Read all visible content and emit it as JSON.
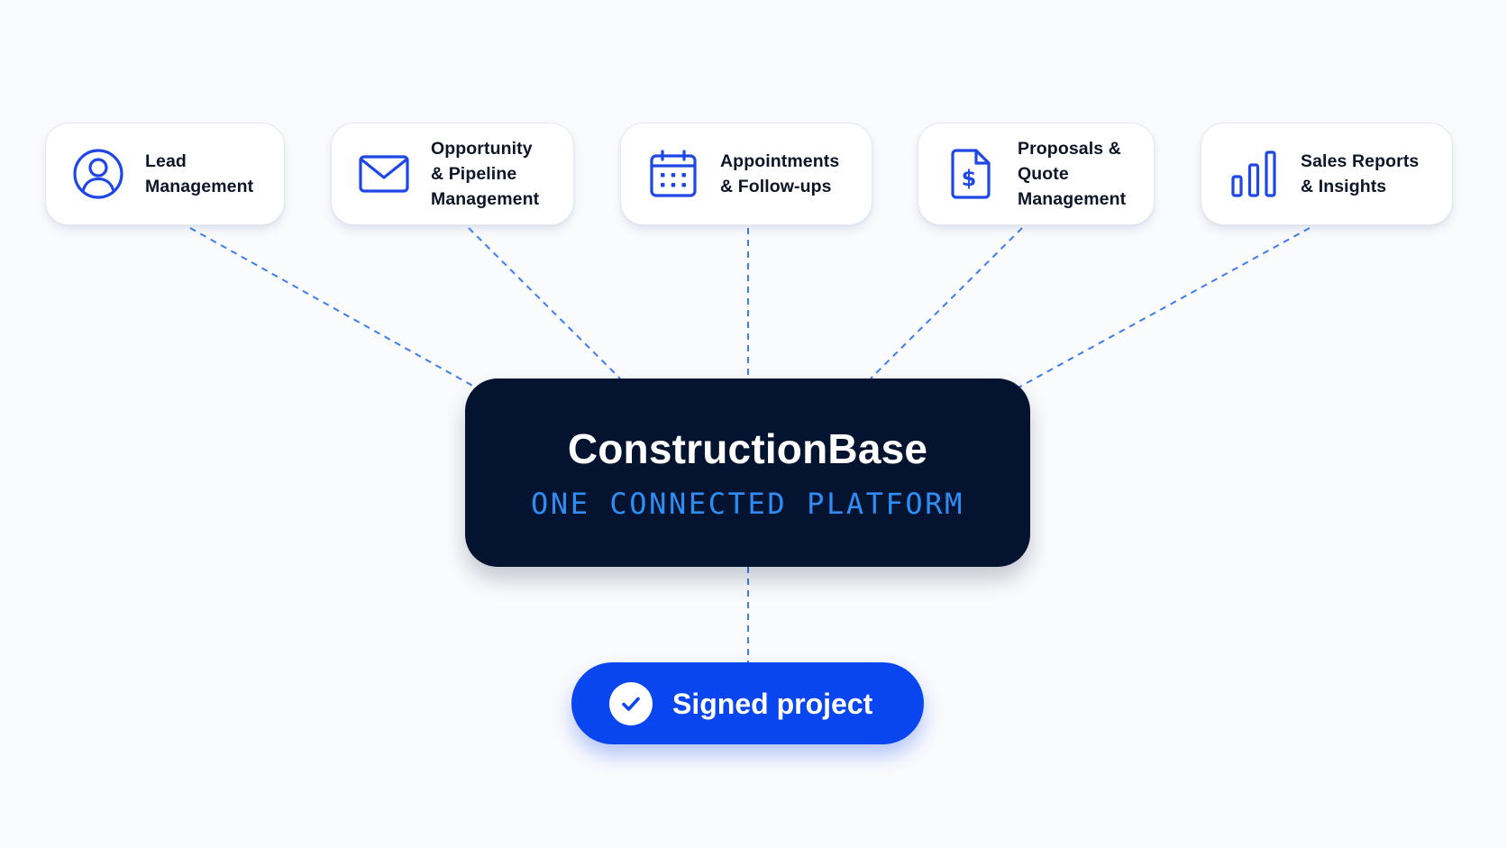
{
  "modules": [
    {
      "icon": "user-icon",
      "lines": [
        "Lead",
        "Management"
      ]
    },
    {
      "icon": "envelope-icon",
      "lines": [
        "Opportunity",
        "& Pipeline",
        "Management"
      ]
    },
    {
      "icon": "calendar-icon",
      "lines": [
        "Appointments",
        "& Follow-ups"
      ]
    },
    {
      "icon": "dollar-document-icon",
      "lines": [
        "Proposals &",
        "Quote",
        "Management"
      ]
    },
    {
      "icon": "bar-chart-icon",
      "lines": [
        "Sales Reports",
        "& Insights"
      ]
    }
  ],
  "hub": {
    "title": "ConstructionBase",
    "subtitle": "ONE CONNECTED PLATFORM"
  },
  "result": {
    "icon": "check-circle-icon",
    "label": "Signed project"
  },
  "colors": {
    "background": "#fafbfd",
    "accent": "#0a46f0",
    "icon": "#1f47e6",
    "hub": "#041430",
    "hub_subtitle": "#2f8ef5",
    "connector": "#3d7df2",
    "card_text": "#0d1628"
  }
}
